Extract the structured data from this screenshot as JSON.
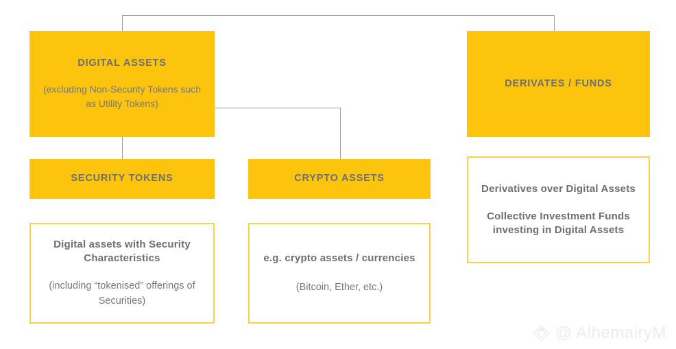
{
  "diagram": {
    "colors": {
      "fill_yellow": "#fcc40d",
      "border_yellow": "#fbd24b",
      "text_gray": "#6d6e71",
      "connector_gray": "#9a9a9a",
      "background": "#ffffff",
      "watermark_gray": "#ececec"
    },
    "nodes": {
      "digital_assets": {
        "title": "DIGITAL ASSETS",
        "subtitle": "(excluding Non-Security Tokens such as Utility Tokens)"
      },
      "derivates_funds": {
        "title": "DERIVATES / FUNDS"
      },
      "security_tokens": {
        "title": "SECURITY TOKENS"
      },
      "crypto_assets": {
        "title": "CRYPTO ASSETS"
      },
      "security_tokens_detail": {
        "title": "Digital assets with Security Characteristics",
        "subtitle": "(including “tokenised” offerings of Securities)"
      },
      "crypto_assets_detail": {
        "title": "e.g. crypto assets / currencies",
        "subtitle": "(Bitcoin, Ether, etc.)"
      },
      "derivatives_detail": {
        "line1": "Derivatives over Digital Assets",
        "line2": "Collective Investment Funds investing in Digital Assets"
      }
    }
  },
  "watermark": {
    "handle": "@ AlhemairyM",
    "icon": "diamond-logo-icon"
  }
}
